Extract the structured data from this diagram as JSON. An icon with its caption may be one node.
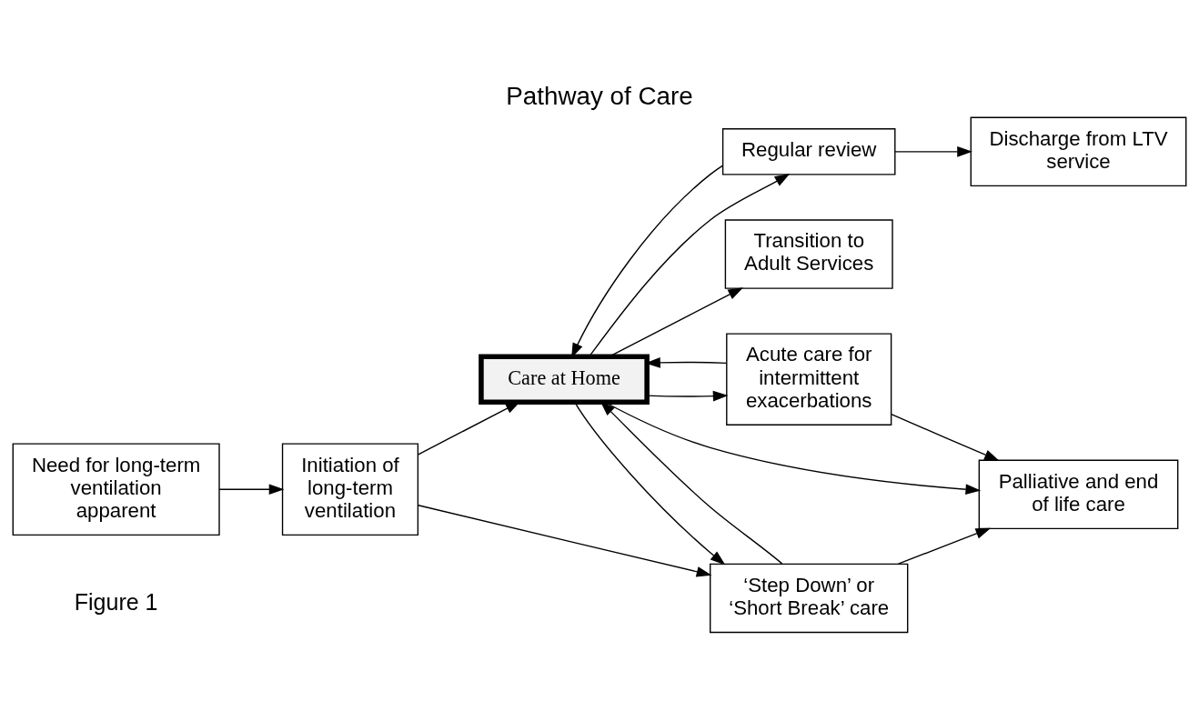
{
  "diagram": {
    "title": "Pathway of Care",
    "nodes": [
      {
        "text": [
          "Need for long-term ventilation apparent"
        ]
      },
      {
        "text": [
          "Initiation of long-term ventilation"
        ]
      },
      {
        "text": [
          "Care at Home"
        ]
      },
      {
        "text": [
          "Regular review"
        ]
      },
      {
        "text": [
          "Discharge from LTV service"
        ]
      },
      {
        "text": [
          "Transition to Adult Services"
        ]
      },
      {
        "text": [
          "‘Step Down’ or ‘Short Break’ care"
        ]
      },
      {
        "text": [
          "Acute care for intermittent exacerbations"
        ]
      },
      {
        "text": [
          "Palliative and end of life care"
        ]
      }
    ],
    "edges": [
      {
        "from": 0,
        "to": 1,
        "arrow": "to"
      },
      {
        "from": 1,
        "to": 2,
        "arrow": "to"
      },
      {
        "from": 1,
        "to": 6,
        "arrow": "to"
      },
      {
        "from": 6,
        "to": 2,
        "arrow": "to"
      },
      {
        "from": 2,
        "to": 6,
        "arrow": "to"
      },
      {
        "from": 3,
        "to": 2,
        "arrow": "to"
      },
      {
        "from": 2,
        "to": 3,
        "arrow": "to"
      },
      {
        "from": 3,
        "to": 4,
        "arrow": "to"
      },
      {
        "from": 2,
        "to": 5,
        "arrow": "to"
      },
      {
        "from": 2,
        "to": 7,
        "arrow": "to"
      },
      {
        "from": 7,
        "to": 2,
        "arrow": "to"
      },
      {
        "from": 2,
        "to": 8,
        "arrow": "to"
      },
      {
        "from": 7,
        "to": 8,
        "arrow": "to"
      },
      {
        "from": 6,
        "to": 8,
        "arrow": "to"
      }
    ],
    "labels": [
      "Figure 1"
    ]
  }
}
